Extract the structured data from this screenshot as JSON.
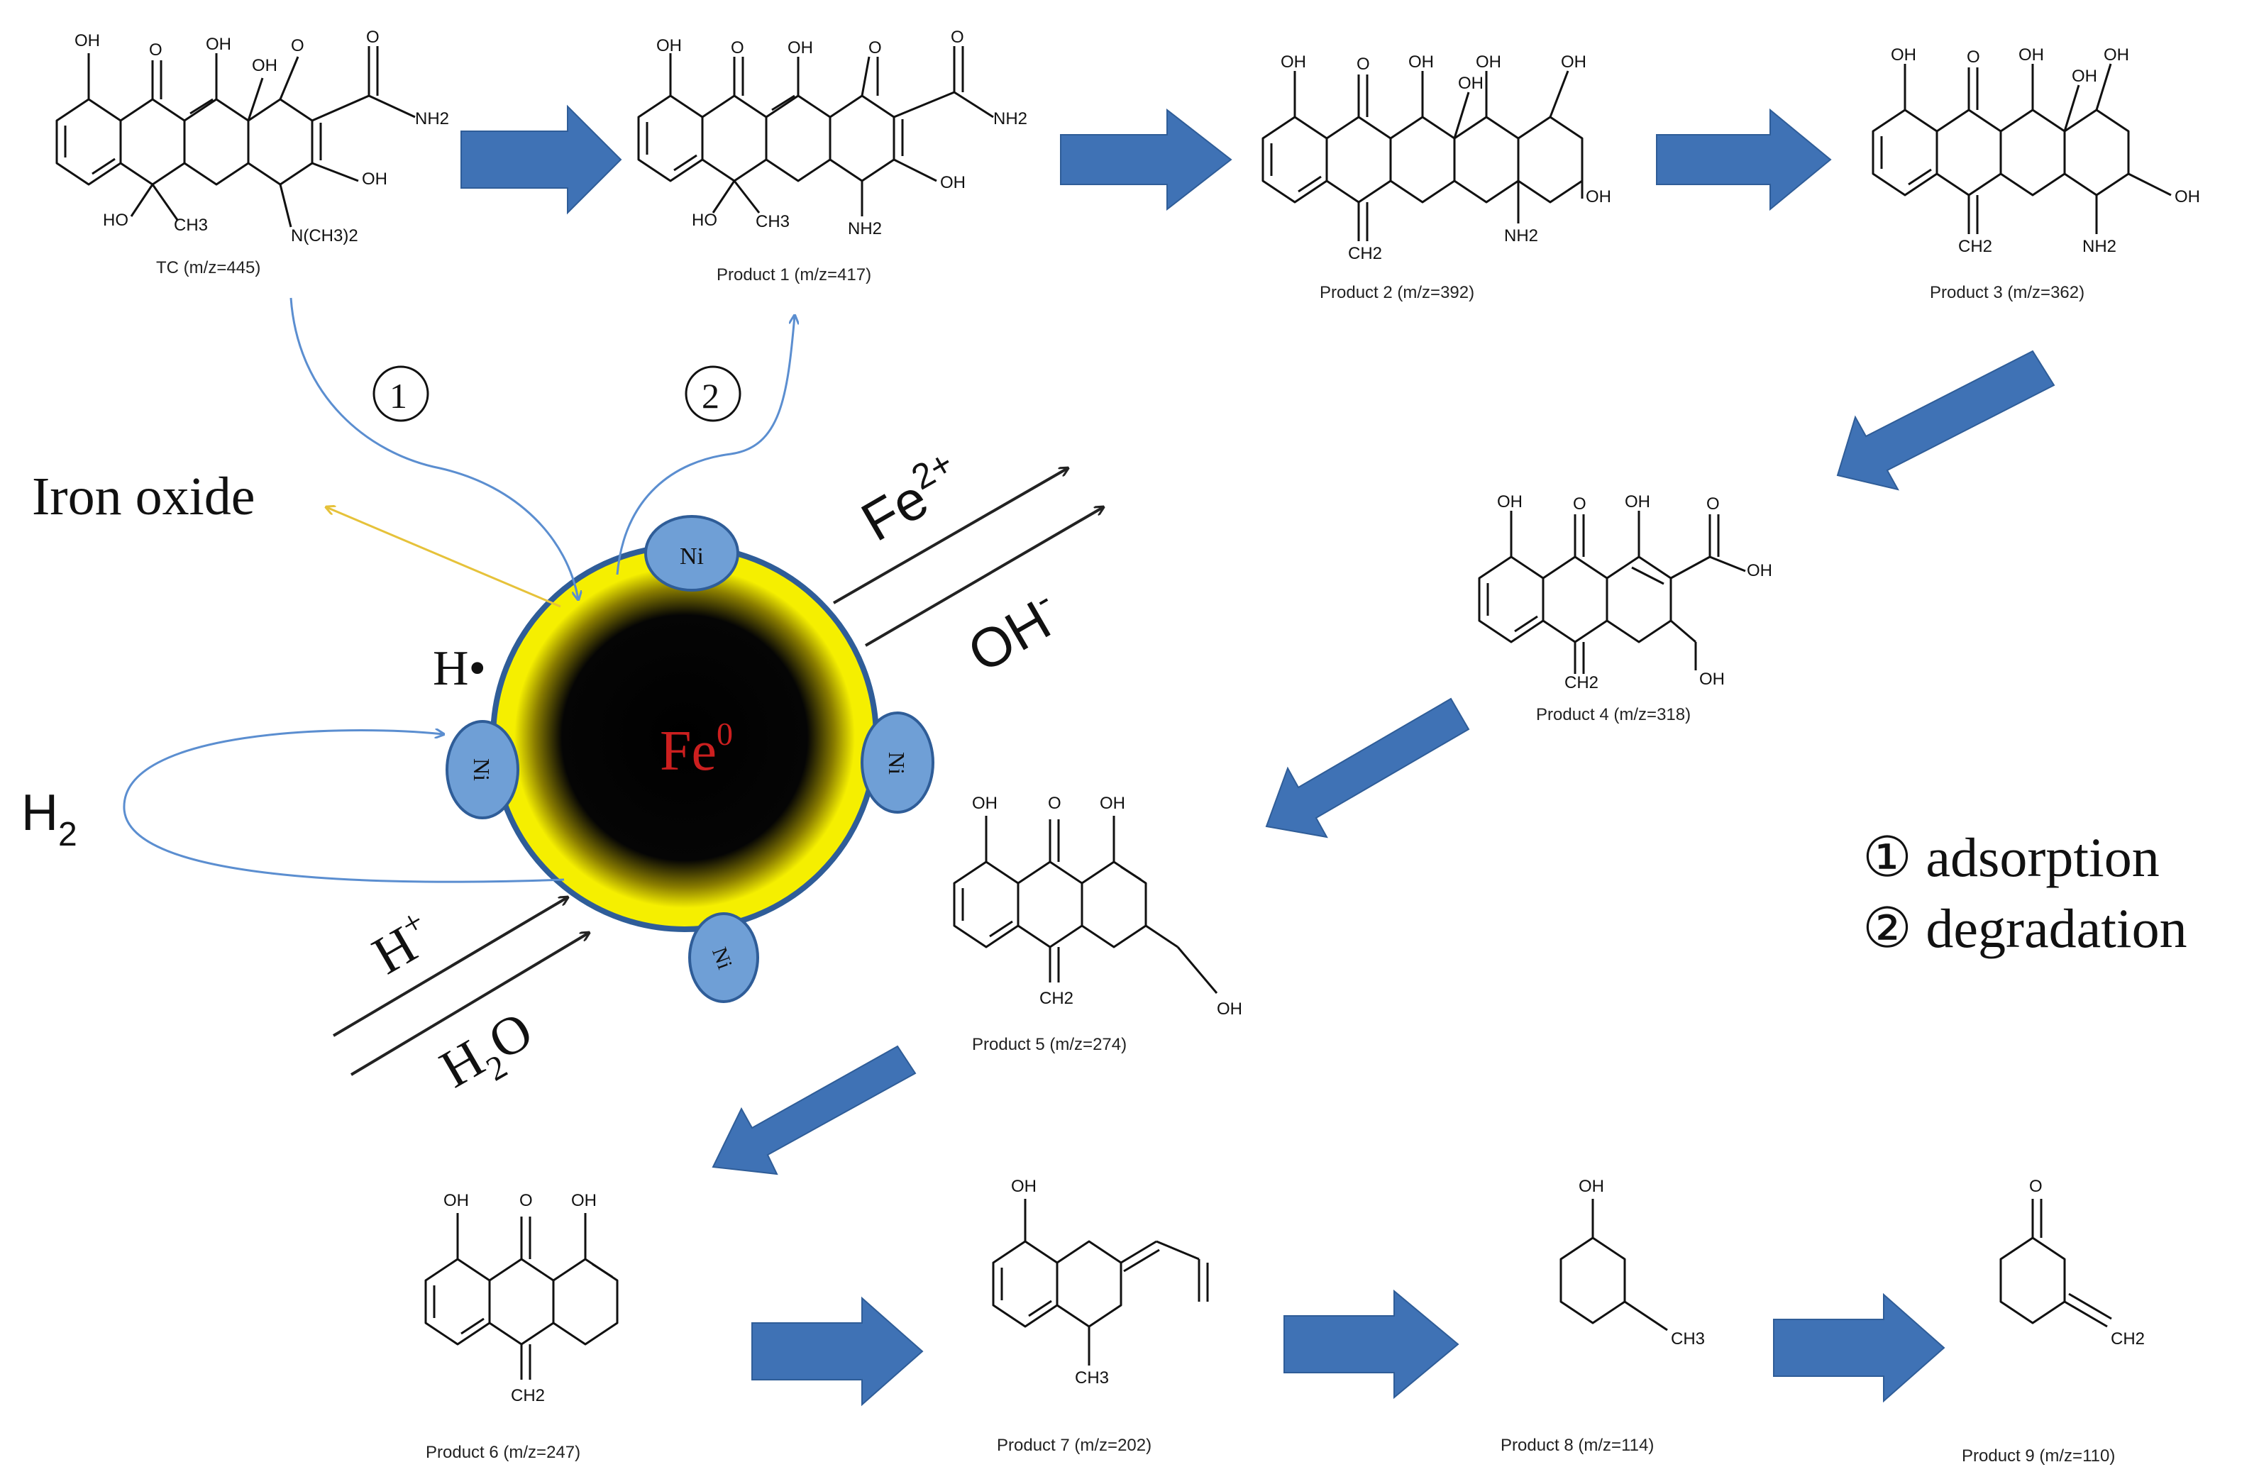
{
  "molecules": {
    "tc": {
      "caption": "TC (m/z=445)"
    },
    "p1": {
      "caption": "Product 1 (m/z=417)"
    },
    "p2": {
      "caption": "Product 2 (m/z=392)"
    },
    "p3": {
      "caption": "Product 3 (m/z=362)"
    },
    "p4": {
      "caption": "Product 4 (m/z=318)"
    },
    "p5": {
      "caption": "Product 5 (m/z=274)"
    },
    "p6": {
      "caption": "Product 6 (m/z=247)"
    },
    "p7": {
      "caption": "Product 7 (m/z=202)"
    },
    "p8": {
      "caption": "Product 8 (m/z=114)"
    },
    "p9": {
      "caption": "Product 9 (m/z=110)"
    }
  },
  "atoms": {
    "oh": "OH",
    "o": "O",
    "ho": "HO",
    "ch3": "CH3",
    "ch2": "CH2",
    "nh2": "NH2",
    "nme2": "N(CH3)2",
    "oh_lower": "OH",
    "cooh_oh": "OH"
  },
  "particle": {
    "core": "Fe",
    "core_sup": "0",
    "shell_label": "Ni",
    "colors": {
      "core": "#000000",
      "shell": "#f5ef00",
      "ni": "#6f9fd6",
      "arrow_blue": "#3f72b5",
      "fe_text": "#cc1f1f"
    }
  },
  "species": {
    "iron_oxide": "Iron oxide",
    "h_radical": "H•",
    "h2_main": "H",
    "h2_sub": "2",
    "fe2_main": "Fe",
    "fe2_sup": "2+",
    "oh_minus_main": "OH",
    "oh_minus_sup": "-",
    "h_plus_main": "H",
    "h_plus_sup": "+",
    "h2o_h": "H",
    "h2o_sub": "2",
    "h2o_o": "O"
  },
  "steps": {
    "one": "①",
    "two": "②"
  },
  "legend": {
    "adsorption": "① adsorption",
    "degradation": "② degradation"
  }
}
